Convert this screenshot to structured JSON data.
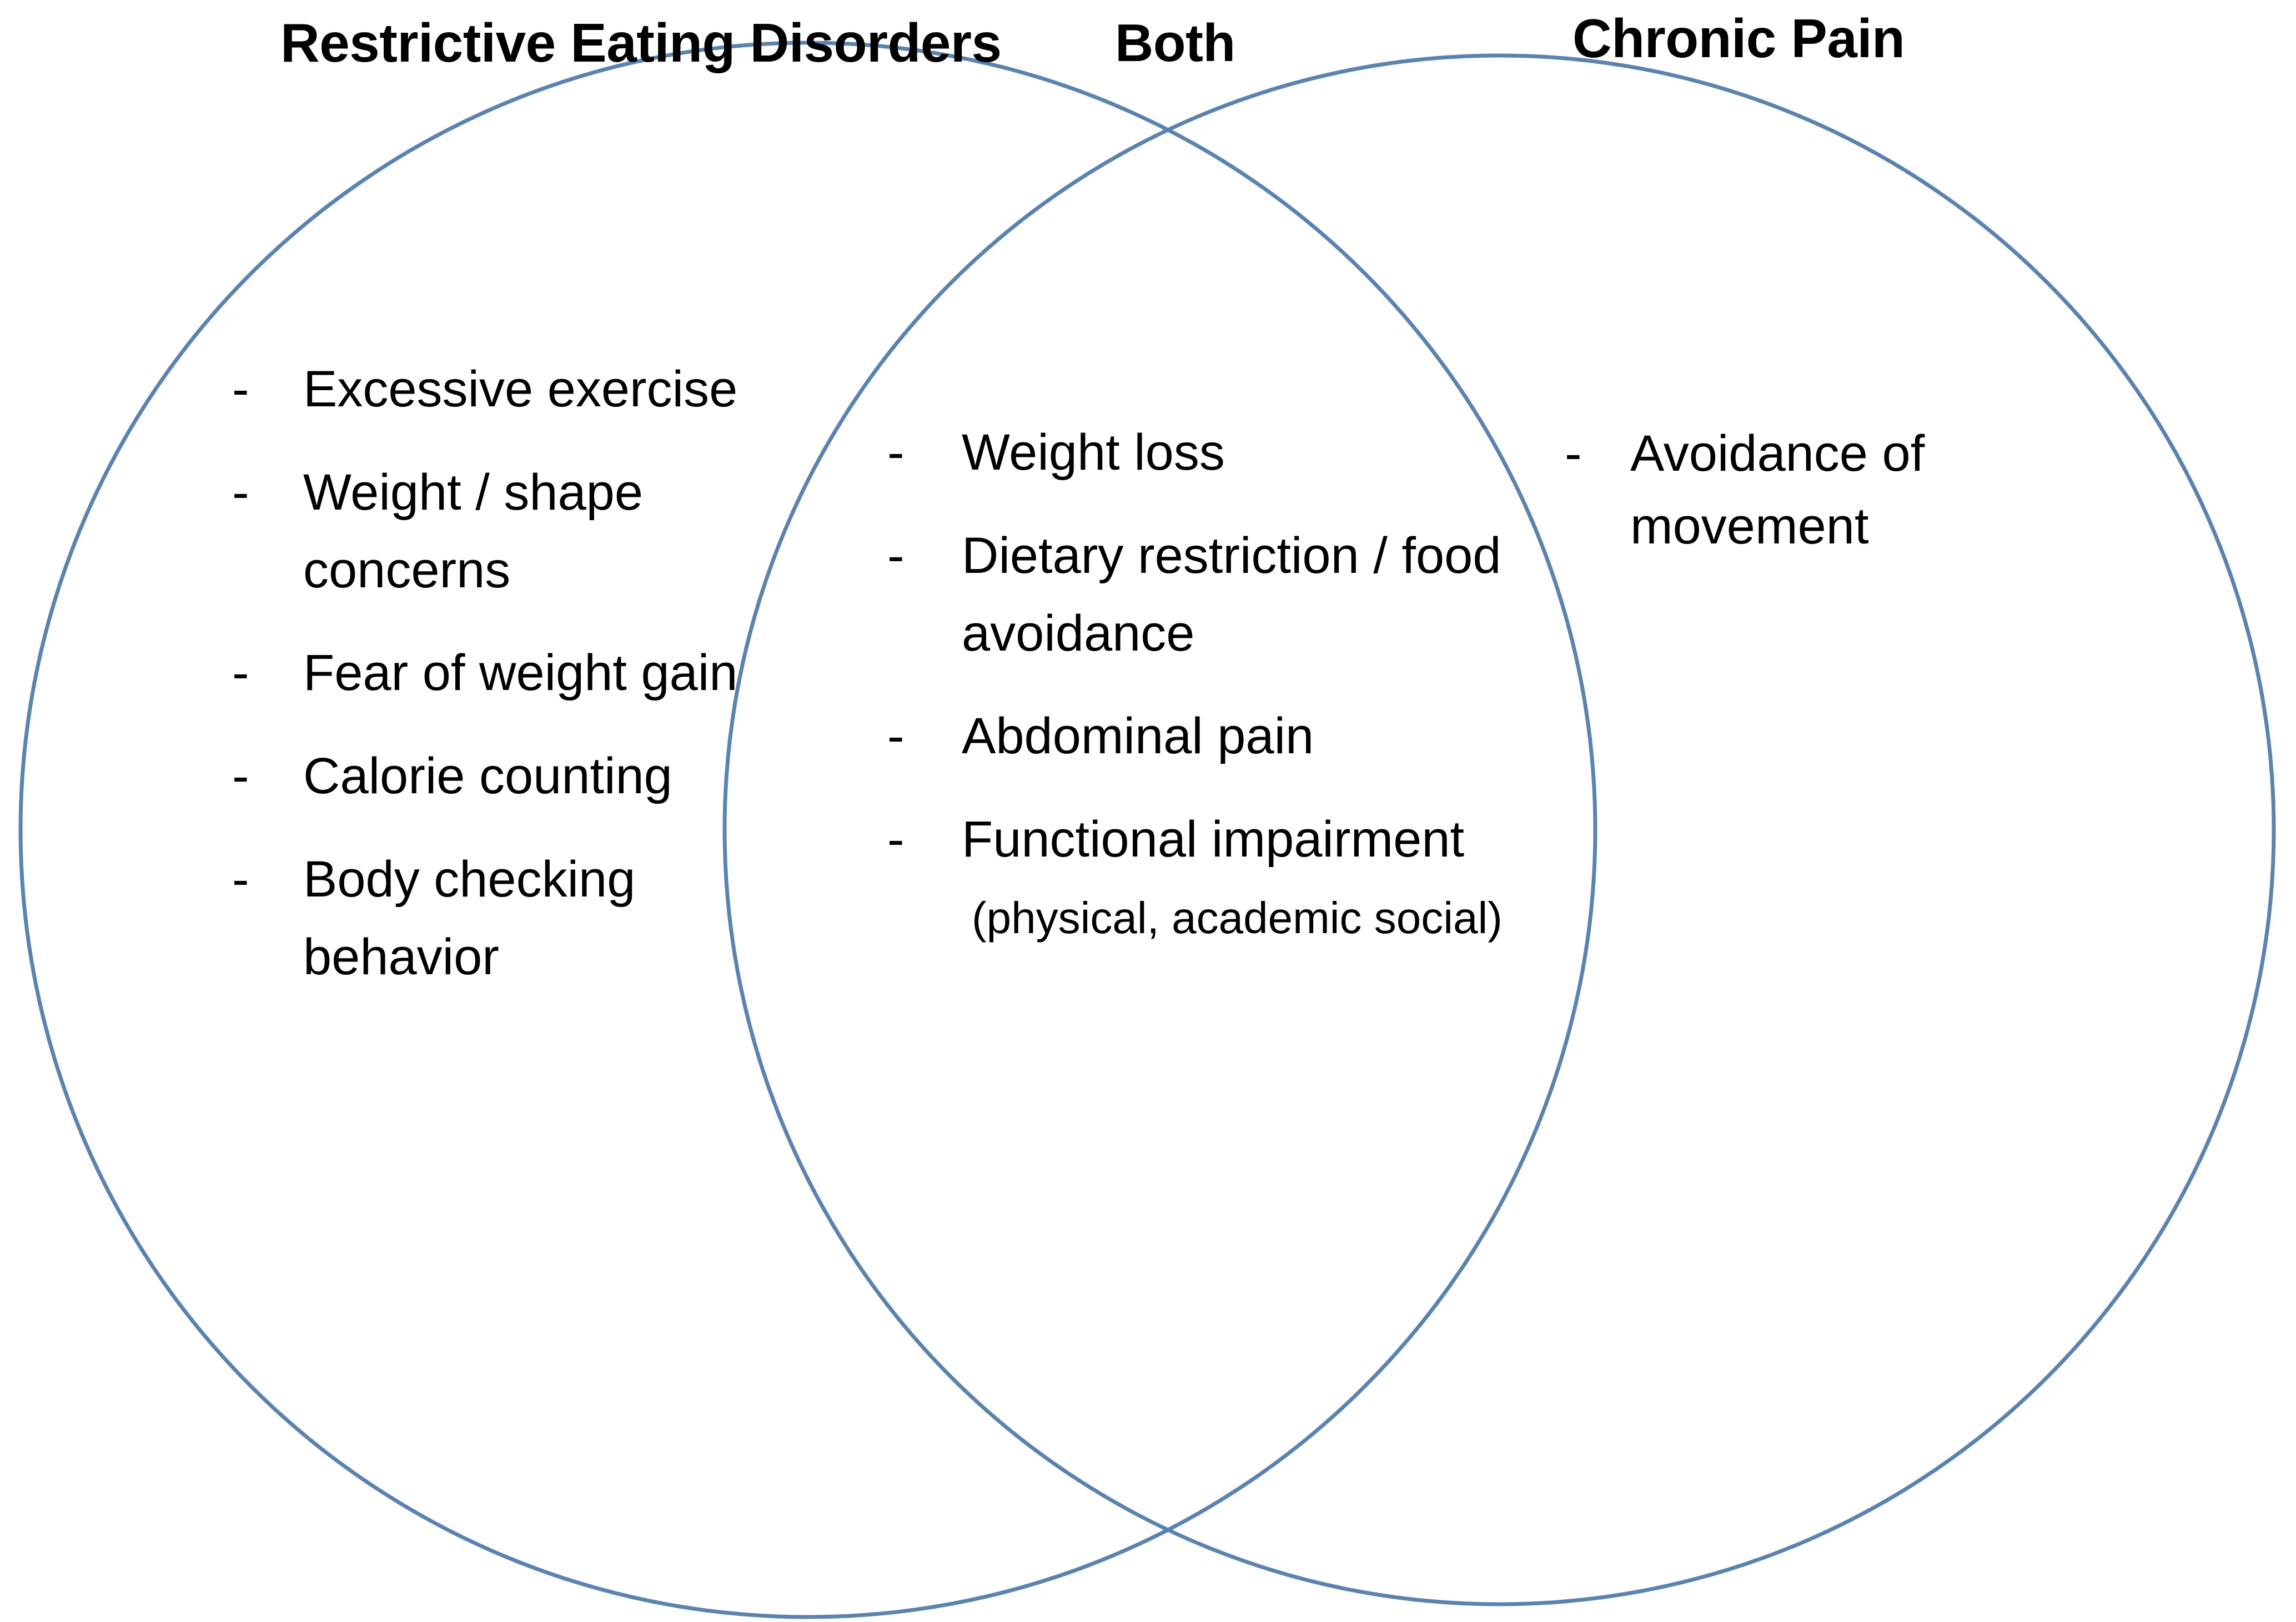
{
  "diagram": {
    "type": "venn",
    "sets": 2,
    "background_color": "#ffffff",
    "circle_stroke_color": "#5B83B0",
    "text_color": "#000000",
    "bullet_marker": "-"
  },
  "headers": {
    "left": "Restrictive Eating Disorders",
    "center": "Both",
    "right": "Chronic Pain"
  },
  "left_set": {
    "title": "Restrictive Eating Disorders",
    "items": [
      {
        "lines": [
          "Excessive exercise"
        ]
      },
      {
        "lines": [
          "Weight / shape",
          "concerns"
        ]
      },
      {
        "lines": [
          "Fear of weight gain"
        ]
      },
      {
        "lines": [
          "Calorie counting"
        ]
      },
      {
        "lines": [
          "Body checking",
          "behavior"
        ]
      }
    ]
  },
  "intersection_set": {
    "title": "Both",
    "items": [
      {
        "lines": [
          "Weight loss"
        ]
      },
      {
        "lines": [
          "Dietary restriction / food",
          "avoidance"
        ]
      },
      {
        "lines": [
          "Abdominal pain"
        ]
      },
      {
        "lines": [
          "Functional impairment"
        ],
        "sub": "(physical, academic social)"
      }
    ]
  },
  "right_set": {
    "title": "Chronic Pain",
    "items": [
      {
        "lines": [
          "Avoidance of",
          "movement"
        ]
      }
    ]
  }
}
